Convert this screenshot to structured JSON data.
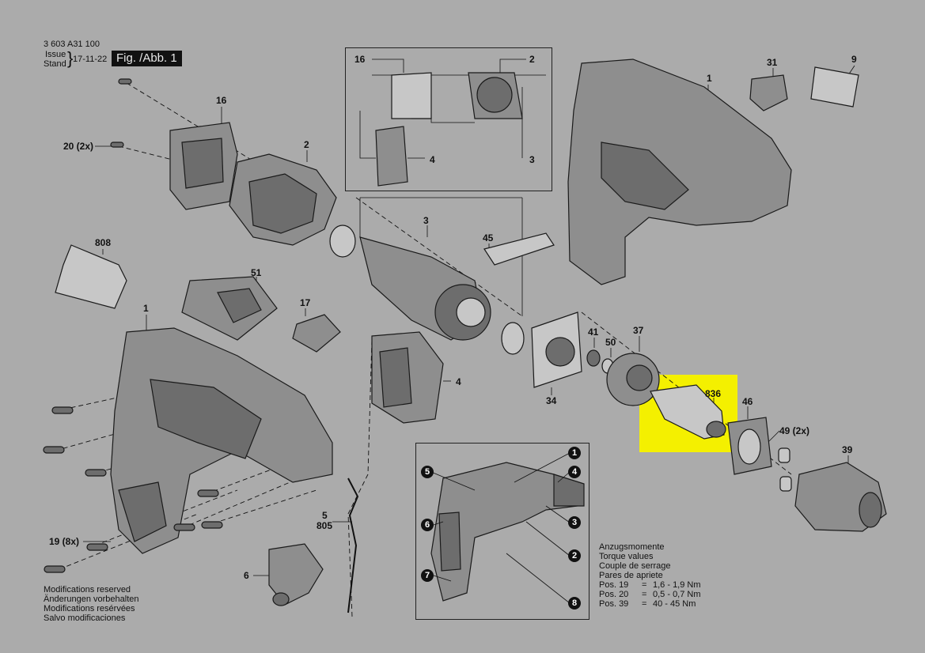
{
  "header": {
    "doc_number": "3 603 A31 100",
    "issue_label": "Issue",
    "stand_label": "Stand",
    "date": "17-11-22",
    "figure": "Fig. /Abb. 1"
  },
  "labels": {
    "p16a": "16",
    "p20": "20 (2x)",
    "p2a": "2",
    "p808": "808",
    "p51": "51",
    "p17": "17",
    "p1a": "1",
    "p19": "19 (8x)",
    "p6": "6",
    "p5": "5",
    "p805": "805",
    "p3a": "3",
    "p45": "45",
    "p4a": "4",
    "p34": "34",
    "p41": "41",
    "p50": "50",
    "p37": "37",
    "p836": "836",
    "p46": "46",
    "p49": "49 (2x)",
    "p39": "39",
    "p1b": "1",
    "p31": "31",
    "p9": "9",
    "inset_16": "16",
    "inset_2": "2",
    "inset_4": "4",
    "inset_3": "3"
  },
  "callouts": [
    "1",
    "4",
    "3",
    "2",
    "8",
    "5",
    "6",
    "7"
  ],
  "modifications": [
    "Modifications reserved",
    "Änderungen vorbehalten",
    "Modifications resérvées",
    "Salvo modificaciones"
  ],
  "torque": {
    "headings": [
      "Anzugsmomente",
      "Torque values",
      "Couple de serrage",
      "Pares de apriete"
    ],
    "rows": [
      {
        "pos": "Pos. 19",
        "eq": "=",
        "value": "1,6 - 1,9 Nm"
      },
      {
        "pos": "Pos. 20",
        "eq": "=",
        "value": "0,5 - 0,7 Nm"
      },
      {
        "pos": "Pos. 39",
        "eq": "=",
        "value": "40 - 45 Nm"
      }
    ]
  },
  "colors": {
    "background": "#ababab",
    "highlight": "#f4f000",
    "ink": "#111111"
  }
}
